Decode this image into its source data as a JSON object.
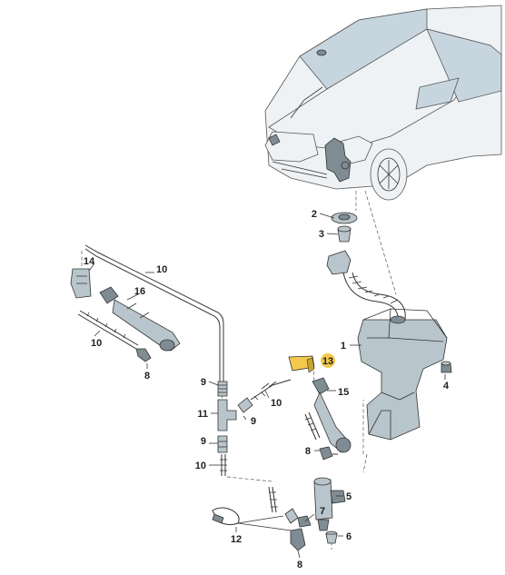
{
  "callouts": {
    "c1": "1",
    "c2": "2",
    "c3": "3",
    "c4": "4",
    "c5": "5",
    "c6": "6",
    "c7": "7",
    "c8a": "8",
    "c8b": "8",
    "c8c": "8",
    "c9a": "9",
    "c9b": "9",
    "c9c": "9",
    "c10a": "10",
    "c10b": "10",
    "c10c": "10",
    "c10d": "10",
    "c11": "11",
    "c12": "12",
    "c13": "13",
    "c14": "14",
    "c15": "15",
    "c16": "16"
  },
  "colors": {
    "highlight": "#f2c94c",
    "part_fill": "#b9c5cc",
    "dark_part": "#7f8c93"
  }
}
